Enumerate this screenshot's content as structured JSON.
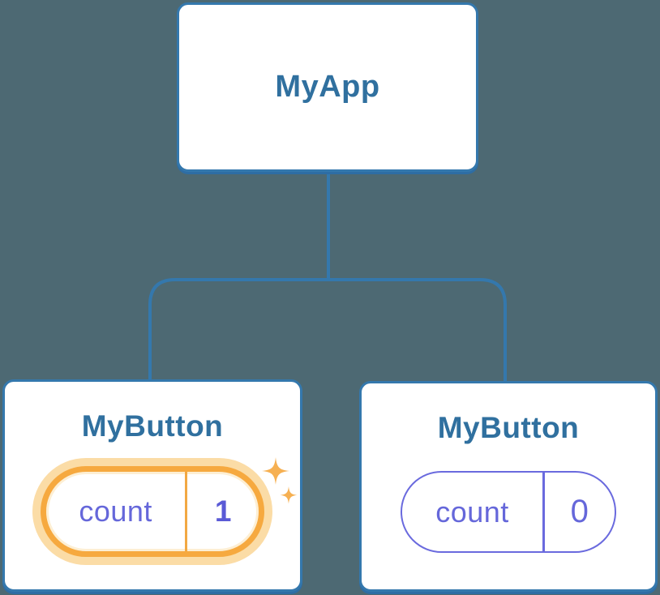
{
  "diagram": {
    "root": {
      "label": "MyApp"
    },
    "children": [
      {
        "label": "MyButton",
        "state_name": "count",
        "state_value": "1",
        "highlighted": true,
        "badge_icon": "sparkles-icon"
      },
      {
        "label": "MyButton",
        "state_name": "count",
        "state_value": "0",
        "highlighted": false
      }
    ]
  },
  "colors": {
    "background": "#4d6973",
    "connector": "#3478ad",
    "card_border": "#3478ad",
    "card_fill": "#ffffff",
    "label_text": "#30709f",
    "state_text": "#6567da",
    "plain_pill_border": "#6a6ade",
    "highlight_border": "#f6a93f",
    "highlight_glow": "#fbdca6",
    "sparkle": "#f6b052"
  }
}
